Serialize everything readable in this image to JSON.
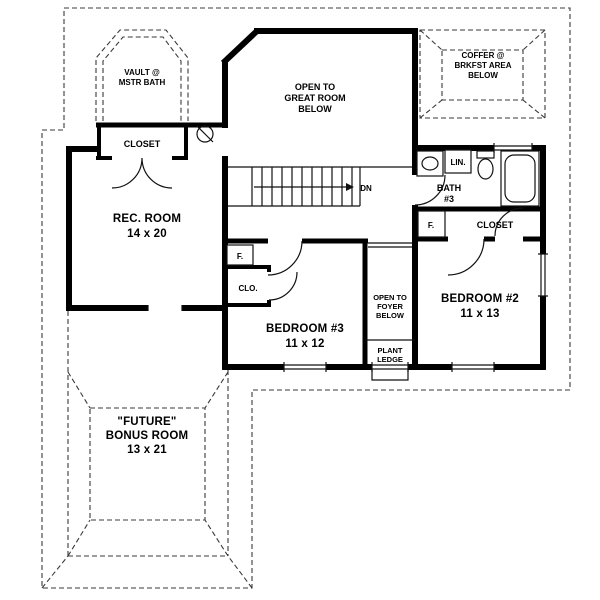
{
  "colors": {
    "wall": "#000000",
    "line": "#111111",
    "dash": "#3a3a3a",
    "bg": "#ffffff"
  },
  "rooms": {
    "vault": {
      "lines": [
        "VAULT @",
        "MSTR BATH"
      ]
    },
    "closet_left": {
      "lines": [
        "CLOSET"
      ]
    },
    "rec_room": {
      "lines": [
        "REC. ROOM",
        "14 x 20"
      ]
    },
    "great_room_open": {
      "lines": [
        "OPEN TO",
        "GREAT ROOM",
        "BELOW"
      ]
    },
    "coffer": {
      "lines": [
        "COFFER @",
        "BRKFST AREA",
        "BELOW"
      ]
    },
    "linen": {
      "lines": [
        "LIN."
      ]
    },
    "bath_3": {
      "lines": [
        "BATH",
        "#3"
      ]
    },
    "furnace_right": {
      "lines": [
        "F."
      ]
    },
    "closet_right": {
      "lines": [
        "CLOSET"
      ]
    },
    "bedroom_2": {
      "lines": [
        "BEDROOM #2",
        "11 x 13"
      ]
    },
    "foyer_open": {
      "lines": [
        "OPEN TO",
        "FOYER",
        "BELOW"
      ]
    },
    "plant_ledge": {
      "lines": [
        "PLANT",
        "LEDGE"
      ]
    },
    "bedroom_3": {
      "lines": [
        "BEDROOM #3",
        "11 x 12"
      ]
    },
    "closet_small": {
      "lines": [
        "CLO."
      ]
    },
    "furnace_left": {
      "lines": [
        "F."
      ]
    },
    "bonus_room": {
      "lines": [
        "\"FUTURE\"",
        "BONUS ROOM",
        "13 x 21"
      ]
    },
    "stair": {
      "direction": "DN"
    }
  }
}
